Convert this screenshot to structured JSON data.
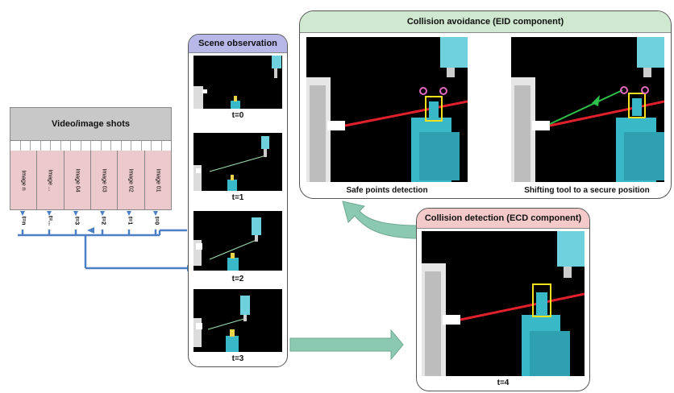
{
  "video_block": {
    "title": "Video/image shots",
    "images": [
      "Image n",
      "Image ...",
      "Image 04",
      "Image 03",
      "Image 02",
      "Image 01"
    ],
    "time_labels": [
      "t=n",
      "t=...",
      "t=3",
      "t=2",
      "t=1",
      "t=0"
    ]
  },
  "scene": {
    "title": "Scene observation",
    "frames": [
      "t=0",
      "t=1",
      "t=2",
      "t=3"
    ]
  },
  "eid": {
    "title": "Collision avoidance (EID component)",
    "captions": [
      "Safe points detection",
      "Shifting tool to a secure position"
    ]
  },
  "ecd": {
    "title": "Collision detection (ECD component)",
    "caption": "t=4"
  },
  "colors": {
    "video_title_bg": "#c8c8c8",
    "image_cell_bg": "#ecc9cc",
    "scene_title_bg": "#b7b8e8",
    "eid_title_bg": "#cfe8cf",
    "ecd_title_bg": "#f3c9c9",
    "flow_blue": "#4d7fc4",
    "arrow_green": "#8cc9b2",
    "laser_red": "#e0202a",
    "tool_cyan": "#39b8c8"
  }
}
